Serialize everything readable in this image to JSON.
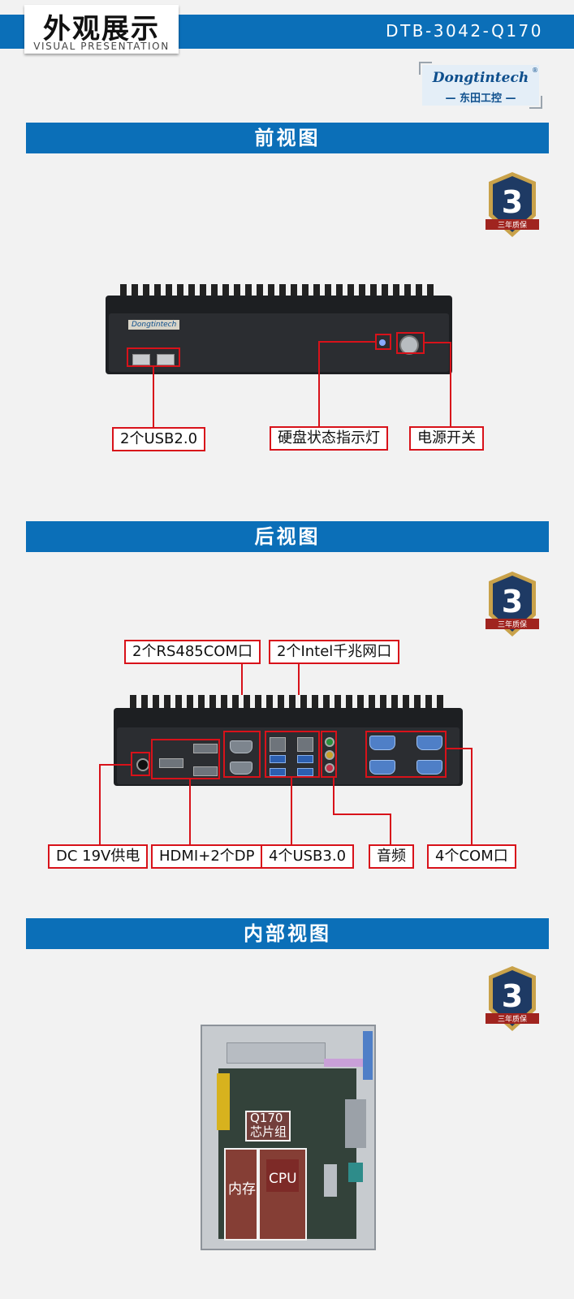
{
  "header": {
    "title": "外观展示",
    "subtitle": "VISUAL PRESENTATION",
    "model": "DTB-3042-Q170"
  },
  "logo": {
    "brand_en": "Dongtintech",
    "registered": "®",
    "brand_cn": "— 东田工控 —"
  },
  "badge": {
    "number": "3",
    "text": "三年质保"
  },
  "front": {
    "section_title": "前视图",
    "device_logo": "Dongtintech",
    "labels": {
      "usb": "2个USB2.0",
      "hdd": "硬盘状态指示灯",
      "power": "电源开关"
    }
  },
  "rear": {
    "section_title": "后视图",
    "labels": {
      "rs485": "2个RS485COM口",
      "lan": "2个Intel千兆网口",
      "dc": "DC 19V供电",
      "display": "HDMI+2个DP",
      "usb3": "4个USB3.0",
      "audio": "音频",
      "com": "4个COM口"
    }
  },
  "internal": {
    "section_title": "内部视图",
    "labels": {
      "chipset": "Q170\n芯片组",
      "memory": "内存",
      "cpu": "CPU"
    }
  },
  "colors": {
    "brand_blue": "#0b6fb8",
    "label_red": "#d8121a",
    "badge_navy": "#1e3a64",
    "badge_gold": "#c9a24a"
  }
}
